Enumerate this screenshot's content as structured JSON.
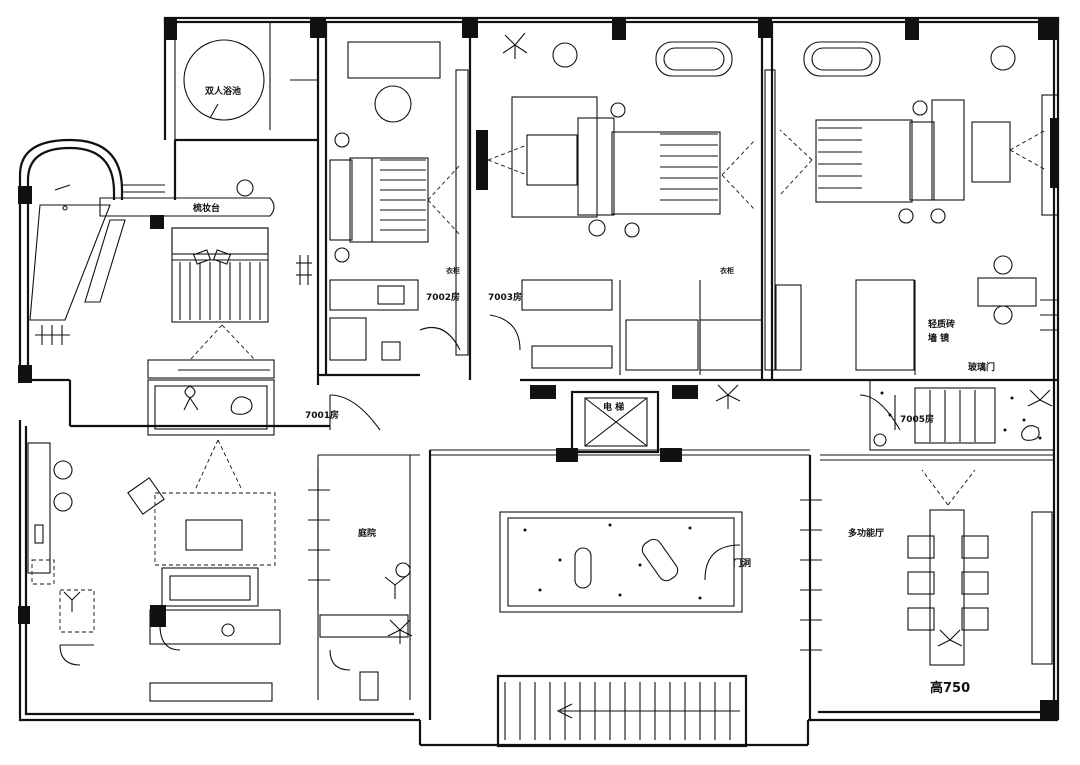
{
  "labels": {
    "hot_spring": "双人浴池",
    "dresser": "梳妆台",
    "room_7001": "7001房",
    "room_7002": "7002房",
    "room_7003": "7003房",
    "room_7005": "7005房",
    "elevator": "电 梯",
    "courtyard": "庭院",
    "door_opening": "门洞",
    "dining": "多功能厅",
    "height": "高750",
    "glass_door": "玻璃门",
    "luminous_stone_1": "轻质砖",
    "luminous_stone_2": "墙 镜",
    "cabinet_a": "衣柜",
    "cabinet_b": "衣柜"
  }
}
